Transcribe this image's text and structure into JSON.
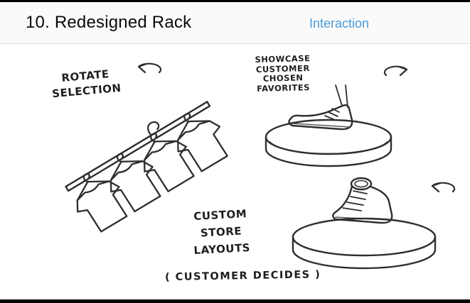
{
  "header": {
    "title": "10. Redesigned Rack",
    "nav_label": "Interaction"
  },
  "annotations": {
    "rotate_selection": "ROTATE\nSELECTION",
    "showcase": "SHOWCASE\nCUSTOMER\nCHOSEN\nFAVORITES",
    "custom_store": "CUSTOM\nSTORE\nLAYOUTS",
    "customer_decides": "( CUSTOMER DECIDES )"
  },
  "icons": {
    "rotate_arrow": "rotate-arrow-icon",
    "tshirt_rack": "tshirt-rack-sketch",
    "turntable_low_sneaker": "turntable-sneaker-sketch",
    "turntable_high_top": "turntable-hightop-sketch"
  },
  "colors": {
    "ink": "#2e2e2e",
    "accent_blue": "#4a9bd9",
    "header_bg": "#fafafa",
    "border": "#000000"
  }
}
